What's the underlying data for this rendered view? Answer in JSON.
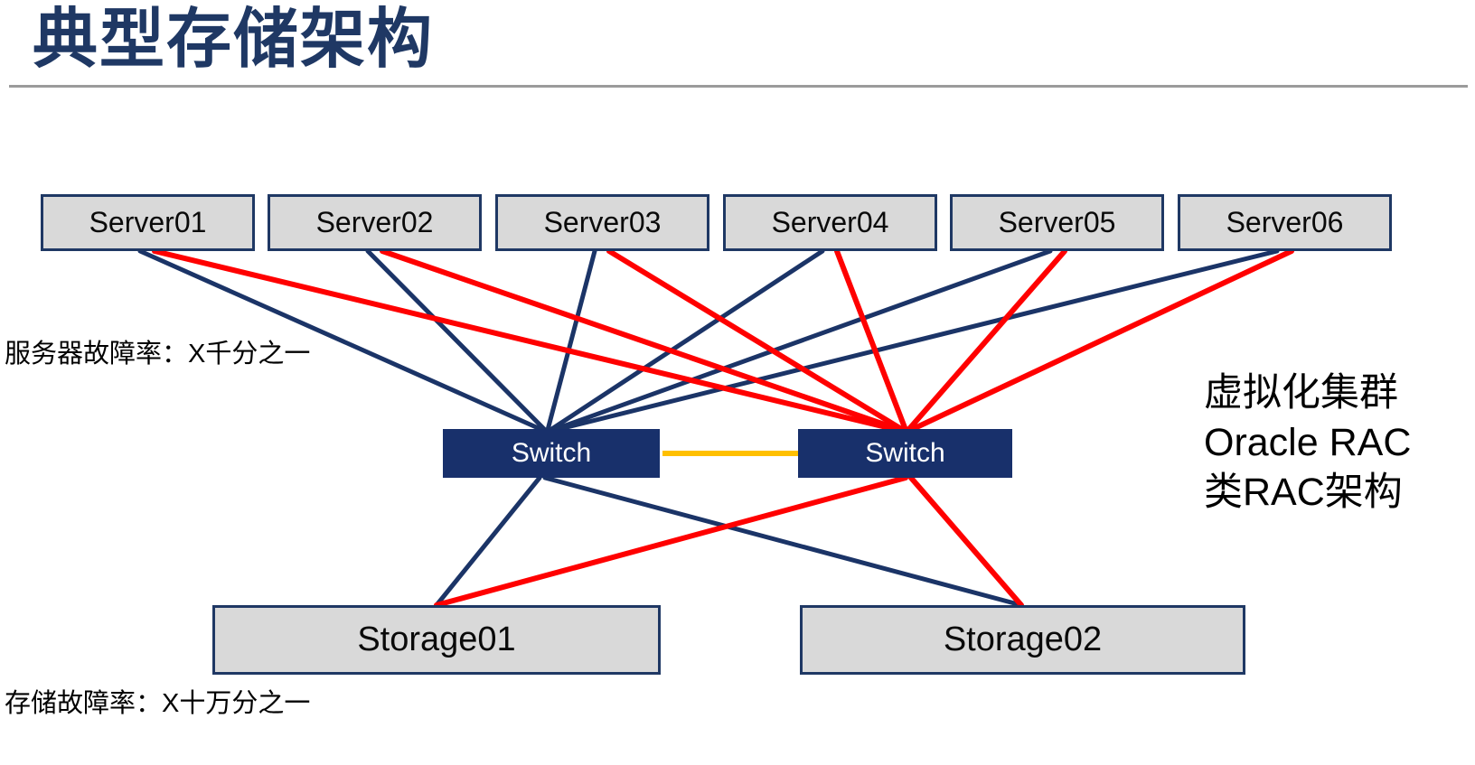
{
  "slide": {
    "title": "典型存储架构"
  },
  "diagram": {
    "servers": [
      {
        "label": "Server01"
      },
      {
        "label": "Server02"
      },
      {
        "label": "Server03"
      },
      {
        "label": "Server04"
      },
      {
        "label": "Server05"
      },
      {
        "label": "Server06"
      }
    ],
    "switches": [
      {
        "label": "Switch"
      },
      {
        "label": "Switch"
      }
    ],
    "storages": [
      {
        "label": "Storage01"
      },
      {
        "label": "Storage02"
      }
    ],
    "annotations": {
      "server_failure_rate": "服务器故障率：X千分之一",
      "storage_failure_rate": "存储故障率：X十万分之一",
      "cluster_note": {
        "line1": "虚拟化集群",
        "line2": "Oracle RAC",
        "line3": "类RAC架构"
      }
    }
  },
  "colors": {
    "title_navy": "#1F3864",
    "line_blue": "#1B3467",
    "line_red": "#FF0000",
    "link_yellow": "#FFC000",
    "box_fill_gray": "#D9D9D9",
    "box_border_navy": "#1F3864",
    "switch_fill_navy": "#18306B",
    "rule_gray": "#9B9B9B"
  }
}
